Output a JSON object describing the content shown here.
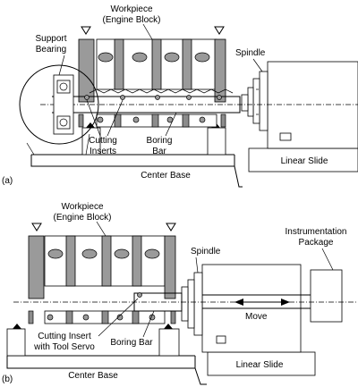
{
  "panel_a": {
    "tag": "(a)",
    "workpiece": [
      "Workpiece",
      "(Engine Block)"
    ],
    "support_bearing": [
      "Support",
      "Bearing"
    ],
    "spindle": "Spindle",
    "cutting_inserts": [
      "Cutting",
      "Inserts"
    ],
    "boring_bar": [
      "Boring",
      "Bar"
    ],
    "center_base": "Center Base",
    "linear_slide": "Linear Slide"
  },
  "panel_b": {
    "tag": "(b)",
    "workpiece": [
      "Workpiece",
      "(Engine Block)"
    ],
    "spindle": "Spindle",
    "instrumentation": [
      "Instrumentation",
      "Package"
    ],
    "move": "Move",
    "cutting_insert": [
      "Cutting Insert",
      "with Tool Servo"
    ],
    "boring_bar": "Boring Bar",
    "center_base": "Center Base",
    "linear_slide": "Linear Slide"
  },
  "colors": {
    "wall_fill": "#9a9a9a",
    "line": "#000000",
    "background": "#ffffff"
  }
}
